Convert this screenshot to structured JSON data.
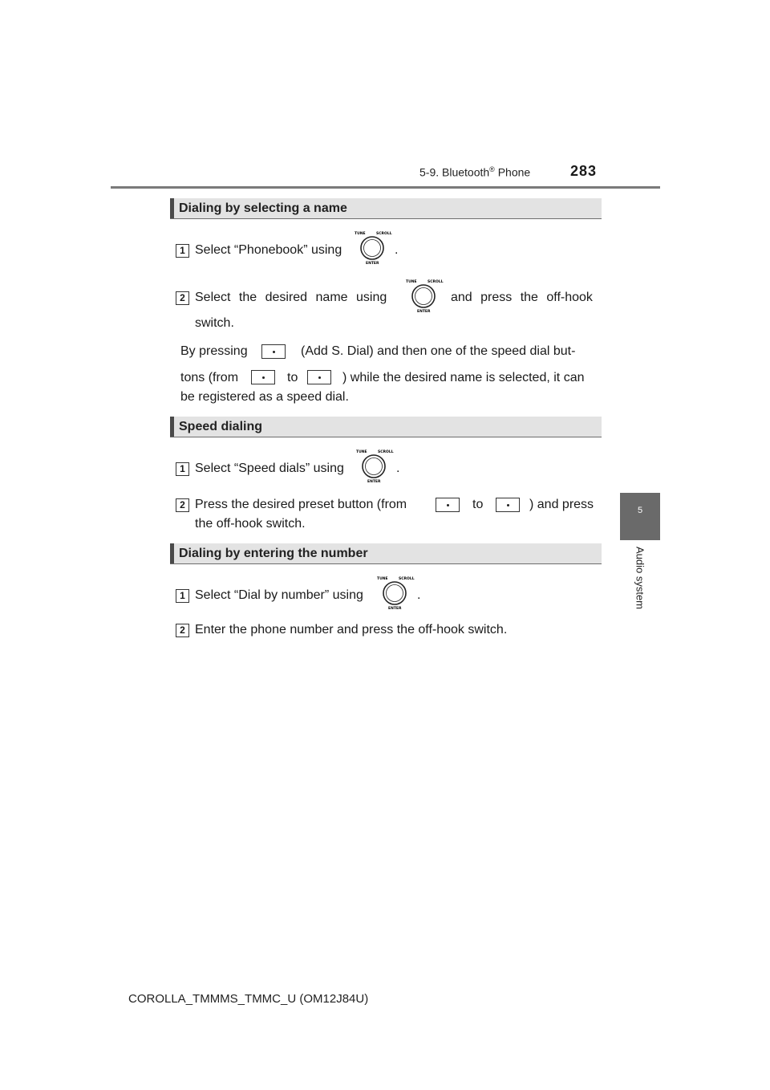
{
  "header": {
    "section": "5-9. Bluetooth",
    "section_mark": "®",
    "section_suffix": " Phone",
    "page_number": "283"
  },
  "side_tab": {
    "number": "5",
    "label": "Audio system"
  },
  "sections": {
    "s1": {
      "heading": "Dialing by selecting a name",
      "step1_num": "1",
      "step1_a": "Select “Phonebook” using",
      "step1_b": ".",
      "step2_num": "2",
      "step2_a": "Select the desired name using",
      "step2_b": "and press the off-hook",
      "step2_c": "switch.",
      "note_a": "By pressing",
      "note_b": "(Add S. Dial) and then one of the speed dial but-",
      "note_c": "tons (from",
      "note_d": "to",
      "note_e": ") while the desired name is selected, it can",
      "note_f": "be registered as a speed dial."
    },
    "s2": {
      "heading": "Speed dialing",
      "step1_num": "1",
      "step1_a": "Select “Speed dials” using",
      "step1_b": ".",
      "step2_num": "2",
      "step2_a": "Press the desired preset button (from",
      "step2_b": "to",
      "step2_c": ") and press",
      "step2_d": "the off-hook switch."
    },
    "s3": {
      "heading": "Dialing by entering the number",
      "step1_num": "1",
      "step1_a": "Select “Dial by number” using",
      "step1_b": ".",
      "step2_num": "2",
      "step2_a": "Enter the phone number and press the off-hook switch."
    }
  },
  "knob_icon": {
    "tune": "TUNE",
    "scroll": "SCROLL",
    "enter": "ENTER"
  },
  "footer": {
    "text": "COROLLA_TMMMS_TMMC_U (OM12J84U)"
  },
  "colors": {
    "heading_bg": "#e3e3e3",
    "heading_bar": "#4a4a4a",
    "tab_bg": "#6a6a6a",
    "rule": "#7a7a7a"
  }
}
